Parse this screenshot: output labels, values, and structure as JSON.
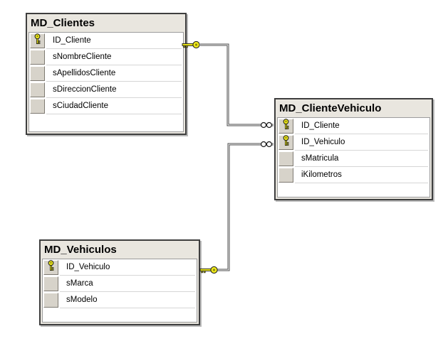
{
  "diagram": {
    "tables": [
      {
        "title": "MD_Clientes",
        "columns": [
          {
            "name": "ID_Cliente",
            "primary_key": true
          },
          {
            "name": "sNombreCliente",
            "primary_key": false
          },
          {
            "name": "sApellidosCliente",
            "primary_key": false
          },
          {
            "name": "sDireccionCliente",
            "primary_key": false
          },
          {
            "name": "sCiudadCliente",
            "primary_key": false
          }
        ]
      },
      {
        "title": "MD_ClienteVehiculo",
        "columns": [
          {
            "name": "ID_Cliente",
            "primary_key": true
          },
          {
            "name": "ID_Vehiculo",
            "primary_key": true
          },
          {
            "name": "sMatricula",
            "primary_key": false
          },
          {
            "name": "iKilometros",
            "primary_key": false
          }
        ]
      },
      {
        "title": "MD_Vehiculos",
        "columns": [
          {
            "name": "ID_Vehiculo",
            "primary_key": true
          },
          {
            "name": "sMarca",
            "primary_key": false
          },
          {
            "name": "sModelo",
            "primary_key": false
          }
        ]
      }
    ],
    "relations": [
      {
        "from_table": "MD_Clientes",
        "from_column": "ID_Cliente",
        "from_symbol": "key-one",
        "to_table": "MD_ClienteVehiculo",
        "to_column": "ID_Cliente",
        "to_symbol": "infinity-many"
      },
      {
        "from_table": "MD_Vehiculos",
        "from_column": "ID_Vehiculo",
        "from_symbol": "key-one",
        "to_table": "MD_ClienteVehiculo",
        "to_column": "ID_Vehiculo",
        "to_symbol": "infinity-many"
      }
    ],
    "colors": {
      "canvas_bg": "#ffffff",
      "table_border": "#3e3e3e",
      "title_bg": "#e9e6df",
      "selector_bg": "#d7d3ca",
      "key_yellow": "#ece71a",
      "line": "#4c4c4c"
    }
  }
}
